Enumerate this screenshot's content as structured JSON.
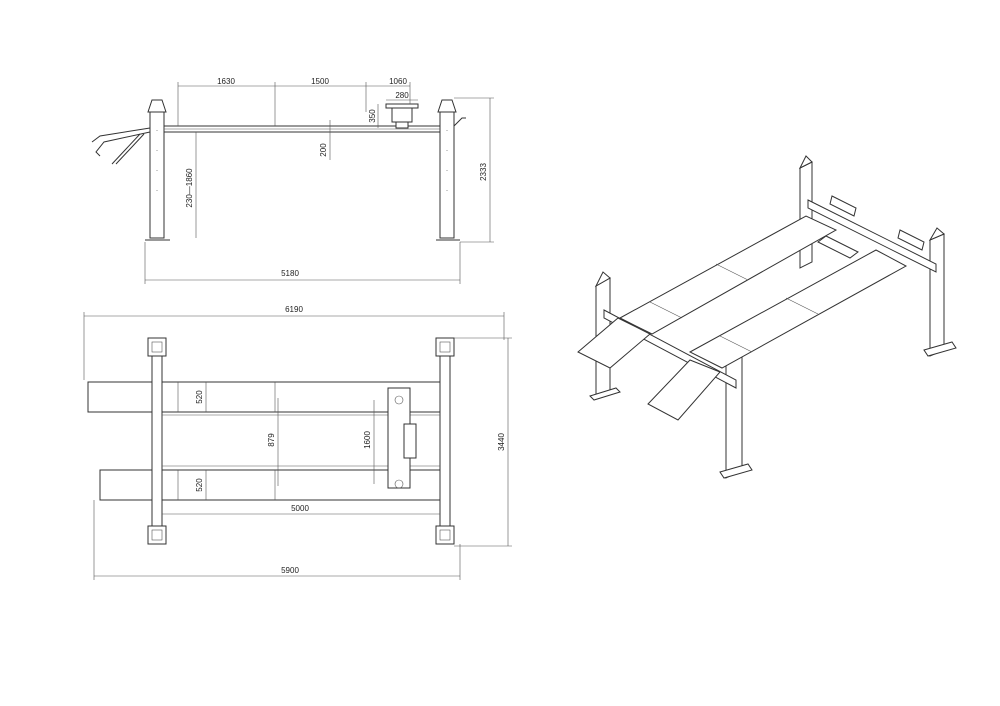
{
  "dimensions": {
    "front": {
      "seg1": "1630",
      "seg2": "1500",
      "seg3": "1060",
      "jack_width": "280",
      "jack_height": "350",
      "beam_offset": "200",
      "lift_range": "230—1860",
      "column_height": "2333",
      "overall_base": "5180"
    },
    "top": {
      "overall_width": "6190",
      "runway_w1": "520",
      "runway_w2": "520",
      "runway_gap": "879",
      "jack_travel": "1600",
      "runway_length": "5000",
      "overall_length": "5900",
      "overall_depth": "3440"
    }
  }
}
